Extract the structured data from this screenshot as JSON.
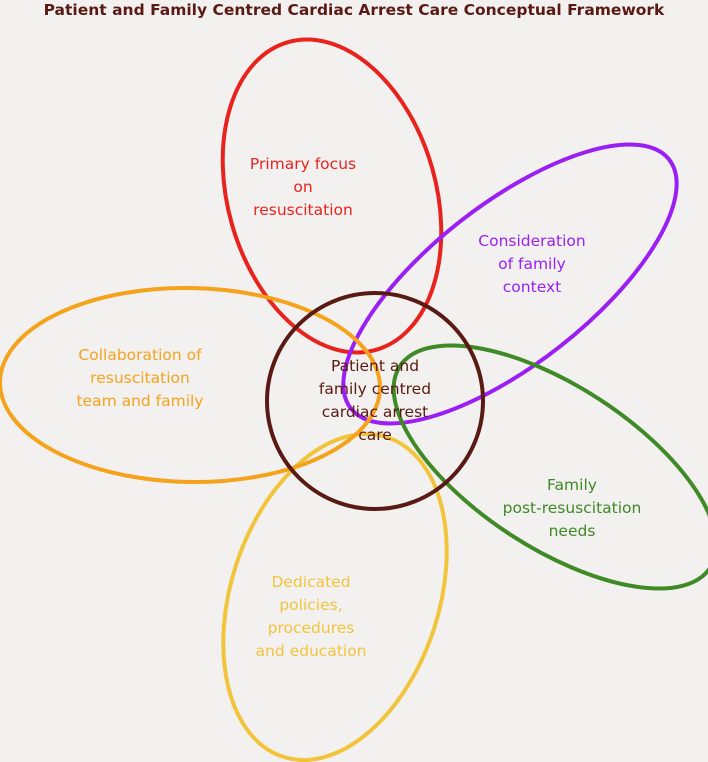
{
  "title": "Patient and Family Centred Cardiac Arrest Care Conceptual Framework",
  "colors": {
    "background": "#f2f1f0",
    "title": "#5a1a14",
    "center": "#5a1a14",
    "resuscitation": "#e8231e",
    "family_context": "#9b1ff2",
    "post_resuscitation": "#3f8a26",
    "policies": "#f2c43c",
    "collaboration": "#f5a21c"
  },
  "center": {
    "lines": [
      "Patient and",
      "family centred",
      "cardiac arrest",
      "care"
    ]
  },
  "petals": {
    "resuscitation": {
      "lines": [
        "Primary focus",
        "on",
        "resuscitation"
      ]
    },
    "family_context": {
      "lines": [
        "Consideration",
        "of family",
        "context"
      ]
    },
    "post_resuscitation": {
      "lines": [
        "Family",
        "post-resuscitation",
        "needs"
      ]
    },
    "policies": {
      "lines": [
        "Dedicated",
        "policies,",
        "procedures",
        "and education"
      ]
    },
    "collaboration": {
      "lines": [
        "Collaboration of",
        "resuscitation",
        "team and family"
      ]
    }
  }
}
